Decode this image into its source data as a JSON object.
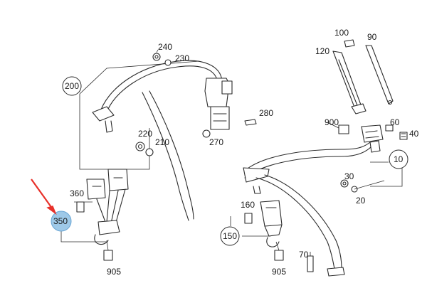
{
  "diagram": {
    "highlight_color": "#9ec9e8",
    "arrow_color": "#e8312a",
    "line_color": "#2b2b2b",
    "labels": {
      "p240": "240",
      "p230": "230",
      "p200": "200",
      "p280": "280",
      "p270": "270",
      "p220": "220",
      "p210": "210",
      "p360": "360",
      "p350": "350",
      "p905a": "905",
      "p100": "100",
      "p90": "90",
      "p120": "120",
      "p900": "900",
      "p60": "60",
      "p40": "40",
      "p10": "10",
      "p30": "30",
      "p20": "20",
      "p160": "160",
      "p150": "150",
      "p70": "70",
      "p905b": "905"
    }
  }
}
